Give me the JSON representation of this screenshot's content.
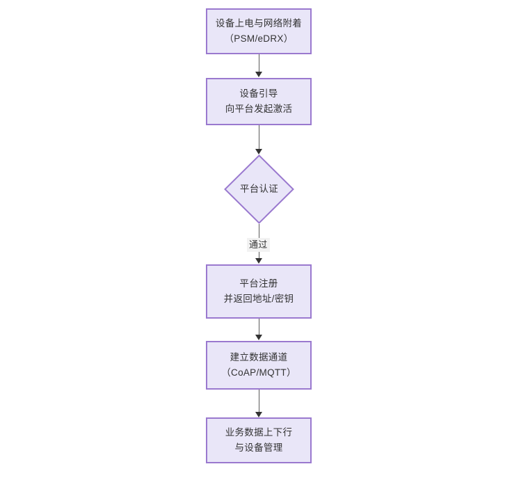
{
  "diagram": {
    "type": "flowchart",
    "direction": "top-to-bottom",
    "background_color": "#ffffff",
    "node_fill_color": "#e9e6f8",
    "node_border_color": "#9a79cf",
    "text_color": "#333333",
    "edge_color": "#595959",
    "nodes": [
      {
        "id": "n1",
        "shape": "rectangle",
        "line1": "设备上电与网络附着",
        "line2": "（PSM/eDRX）"
      },
      {
        "id": "n2",
        "shape": "rectangle",
        "line1": "设备引导",
        "line2": "向平台发起激活"
      },
      {
        "id": "n3",
        "shape": "diamond",
        "line1": "平台认证",
        "line2": ""
      },
      {
        "id": "n4",
        "shape": "rectangle",
        "line1": "平台注册",
        "line2": "并返回地址/密钥"
      },
      {
        "id": "n5",
        "shape": "rectangle",
        "line1": "建立数据通道",
        "line2": "（CoAP/MQTT）"
      },
      {
        "id": "n6",
        "shape": "rectangle",
        "line1": "业务数据上下行",
        "line2": "与设备管理"
      }
    ],
    "edges": [
      {
        "id": "e1",
        "from": "n1",
        "to": "n2",
        "label": ""
      },
      {
        "id": "e2",
        "from": "n2",
        "to": "n3",
        "label": ""
      },
      {
        "id": "e3",
        "from": "n3",
        "to": "n4",
        "label": "通过"
      },
      {
        "id": "e4",
        "from": "n4",
        "to": "n5",
        "label": ""
      },
      {
        "id": "e5",
        "from": "n5",
        "to": "n6",
        "label": ""
      }
    ]
  }
}
